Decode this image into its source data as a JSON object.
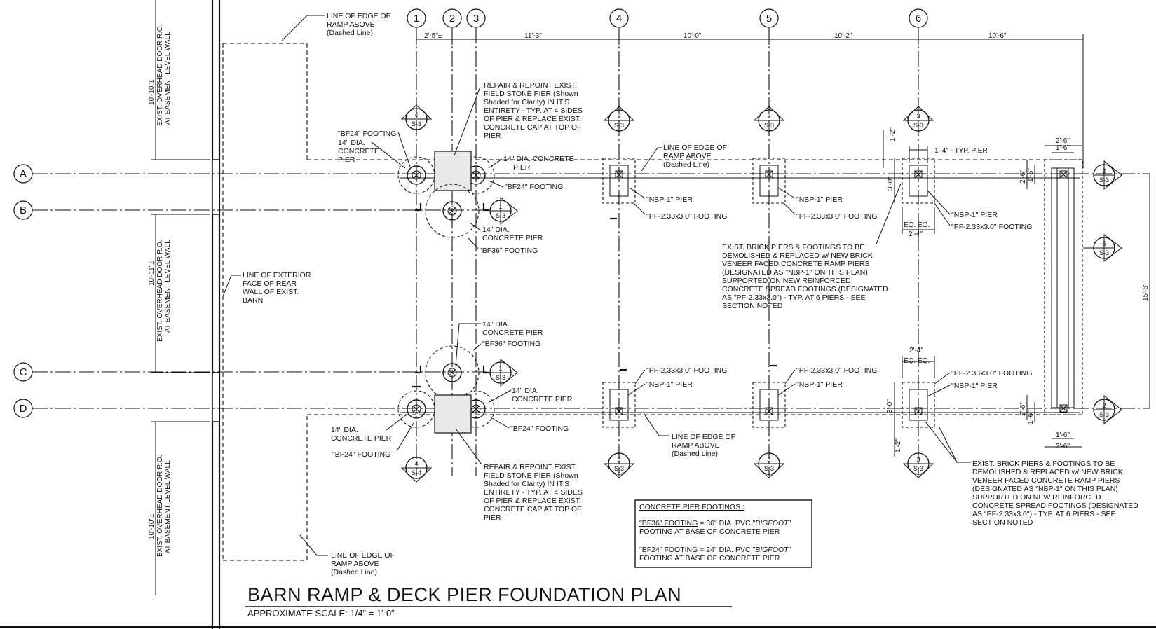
{
  "title": {
    "main": "BARN RAMP & DECK PIER FOUNDATION PLAN",
    "scale": "APPROXIMATE SCALE:  1/4\" = 1'-0\""
  },
  "grid": {
    "columns": [
      "1",
      "2",
      "3",
      "4",
      "5",
      "6"
    ],
    "rows": [
      "A",
      "B",
      "C",
      "D"
    ]
  },
  "dimensions": {
    "top": [
      "2'-5\"±",
      "11'-3\"",
      "10'-0\"",
      "10'-2\"",
      "10'-6\""
    ],
    "right_overall": "15'-6\"",
    "pier_typ": "1'-4\" - TYP. PIER",
    "ramp_top_w": "2'-6\"",
    "ramp_top_inner": "1'-6\"",
    "ramp_top_h1": "2'-6\"",
    "ramp_top_h2": "1'-6\"",
    "ramp_bot_w": "2'-6\"",
    "ramp_bot_inner": "1'-6\"",
    "ramp_bot_h1": "2'-6\"",
    "ramp_bot_h2": "1'-6\"",
    "pf_w_top": "2'-4\"",
    "pf_w_bot": "2'-4\"",
    "eq_top": "EQ.  EQ.",
    "eq_bot": "EQ.  EQ.",
    "pf_h_top": "3'-0\"",
    "pf_h_bot": "3'-0\"",
    "pier_off_top": "1'-2\"",
    "pier_off_bot": "1'-2\"",
    "left_top": "10'-10\"±",
    "left_mid": "10'-11\"±",
    "left_bot": "10'-10\"±"
  },
  "left_notes": {
    "door_top": "EXIST. OVERHEAD DOOR R.O.",
    "door_top_2": "AT BASEMENT LEVEL WALL",
    "door_mid": "EXIST. OVERHEAD DOOR R.O.",
    "door_mid_2": "AT BASEMENT LEVEL WALL",
    "door_bot": "EXIST. OVERHEAD DOOR R.O.",
    "door_bot_2": "AT BASEMENT LEVEL WALL"
  },
  "labels": {
    "ramp_edge_a": [
      "LINE OF EDGE OF",
      "RAMP ABOVE",
      "(Dashed Line)"
    ],
    "ramp_edge_b": [
      "LINE OF EDGE OF",
      "RAMP ABOVE",
      "(Dashed Line)"
    ],
    "ramp_edge_c": [
      "LINE OF EDGE OF",
      "RAMP ABOVE",
      "(Dashed Line)"
    ],
    "ramp_edge_d": [
      "LINE OF EDGE OF",
      "RAMP ABOVE",
      "(Dashed Line)"
    ],
    "ext_wall": [
      "LINE OF EXTERIOR",
      "FACE OF REAR",
      "WALL OF EXIST.",
      "BARN"
    ],
    "repair_top": [
      "REPAIR & REPOINT EXIST.",
      "FIELD STONE PIER (Shown",
      "Shaded for Clarity) IN IT'S",
      "ENTIRETY - TYP. AT 4 SIDES",
      "OF PIER & REPLACE EXIST.",
      "CONCRETE CAP AT TOP OF",
      "PIER"
    ],
    "repair_bot": [
      "REPAIR & REPOINT EXIST.",
      "FIELD STONE PIER (Shown",
      "Shaded for Clarity) IN IT'S",
      "ENTIRETY - TYP. AT 4 SIDES",
      "OF PIER & REPLACE EXIST.",
      "CONCRETE CAP AT TOP OF",
      "PIER"
    ],
    "bf24_a1": "\"BF24\" FOOTING",
    "pier14_a1": [
      "14\" DIA.",
      "CONCRETE",
      "PIER"
    ],
    "pier14_a3": [
      "14\" DIA. CONCRETE",
      "PIER"
    ],
    "bf24_a3": "\"BF24\" FOOTING",
    "pier14_b": [
      "14\" DIA.",
      "CONCRETE PIER"
    ],
    "bf36_b": "\"BF36\" FOOTING",
    "pier14_c": [
      "14\" DIA.",
      "CONCRETE PIER"
    ],
    "bf36_c": "\"BF36\" FOOTING",
    "pier14_d3": [
      "14\" DIA.",
      "CONCRETE PIER"
    ],
    "bf24_d3": "\"BF24\" FOOTING",
    "pier14_d1": [
      "14\" DIA.",
      "CONCRETE PIER"
    ],
    "bf24_d1": "\"BF24\" FOOTING",
    "nbp_a4": "\"NBP-1\" PIER",
    "pf_a4": "\"PF-2.33x3.0\" FOOTING",
    "nbp_a5": "\"NBP-1\" PIER",
    "pf_a5": "\"PF-2.33x3.0\" FOOTING",
    "nbp_a6": "\"NBP-1\" PIER",
    "pf_a6": "\"PF-2.33x3.0\" FOOTING",
    "pf_d4": "\"PF-2.33x3.0\" FOOTING",
    "nbp_d4": "\"NBP-1\" PIER",
    "pf_d5": "\"PF-2.33x3.0\" FOOTING",
    "nbp_d5": "\"NBP-1\" PIER",
    "pf_d6": "\"PF-2.33x3.0\" FOOTING",
    "nbp_d6": "\"NBP-1\" PIER",
    "brick_top": [
      "EXIST. BRICK PIERS & FOOTINGS TO BE",
      "DEMOLISHED & REPLACED w/ NEW BRICK",
      "VENEER FACED CONCRETE RAMP PIERS",
      "(DESIGNATED AS \"NBP-1\" ON THIS PLAN)",
      "SUPPORTED ON NEW REINFORCED",
      "CONCRETE SPREAD FOOTINGS (DESIGNATED",
      "AS \"PF-2.33x3.0\") - TYP. AT 6 PIERS - SEE",
      "SECTION NOTED"
    ],
    "brick_bot": [
      "EXIST. BRICK PIERS & FOOTINGS TO BE",
      "DEMOLISHED & REPLACED w/ NEW BRICK",
      "VENEER FACED CONCRETE RAMP PIERS",
      "(DESIGNATED AS \"NBP-1\" ON THIS PLAN)",
      "SUPPORTED ON NEW REINFORCED",
      "CONCRETE SPREAD FOOTINGS (DESIGNATED",
      "AS \"PF-2.33x3.0\") - TYP. AT 6 PIERS - SEE",
      "SECTION NOTED"
    ]
  },
  "legend": {
    "heading": "CONCRETE PIER FOOTINGS :",
    "bf36_a": "\"BF36\" FOOTING",
    "bf36_b": " = 36\" DIA. PVC \"",
    "bf36_c": "BIGFOOT",
    "bf36_d": "\"",
    "bf36_line2": "FOOTING AT BASE OF CONCRETE PIER",
    "bf24_a": "\"BF24\" FOOTING",
    "bf24_b": " = 24\" DIA. PVC \"",
    "bf24_c": "BIGFOOT",
    "bf24_d": "\"",
    "bf24_line2": "FOOTING AT BASE OF CONCRETE PIER"
  },
  "section_markers": [
    {
      "num": "4",
      "sheet": "S-3"
    },
    {
      "num": "3",
      "sheet": "S-3"
    },
    {
      "num": "3",
      "sheet": "S-3"
    },
    {
      "num": "3",
      "sheet": "S-3"
    },
    {
      "num": "2",
      "sheet": "S-3"
    },
    {
      "num": "1",
      "sheet": "S-3"
    },
    {
      "num": "5",
      "sheet": "S-3"
    },
    {
      "num": "1",
      "sheet": "S-3"
    },
    {
      "num": "2",
      "sheet": "S-3"
    },
    {
      "num": "4",
      "sheet": "S-4"
    },
    {
      "num": "3",
      "sheet": "S-3"
    },
    {
      "num": "3",
      "sheet": "S-3"
    },
    {
      "num": "3",
      "sheet": "S-3"
    }
  ]
}
